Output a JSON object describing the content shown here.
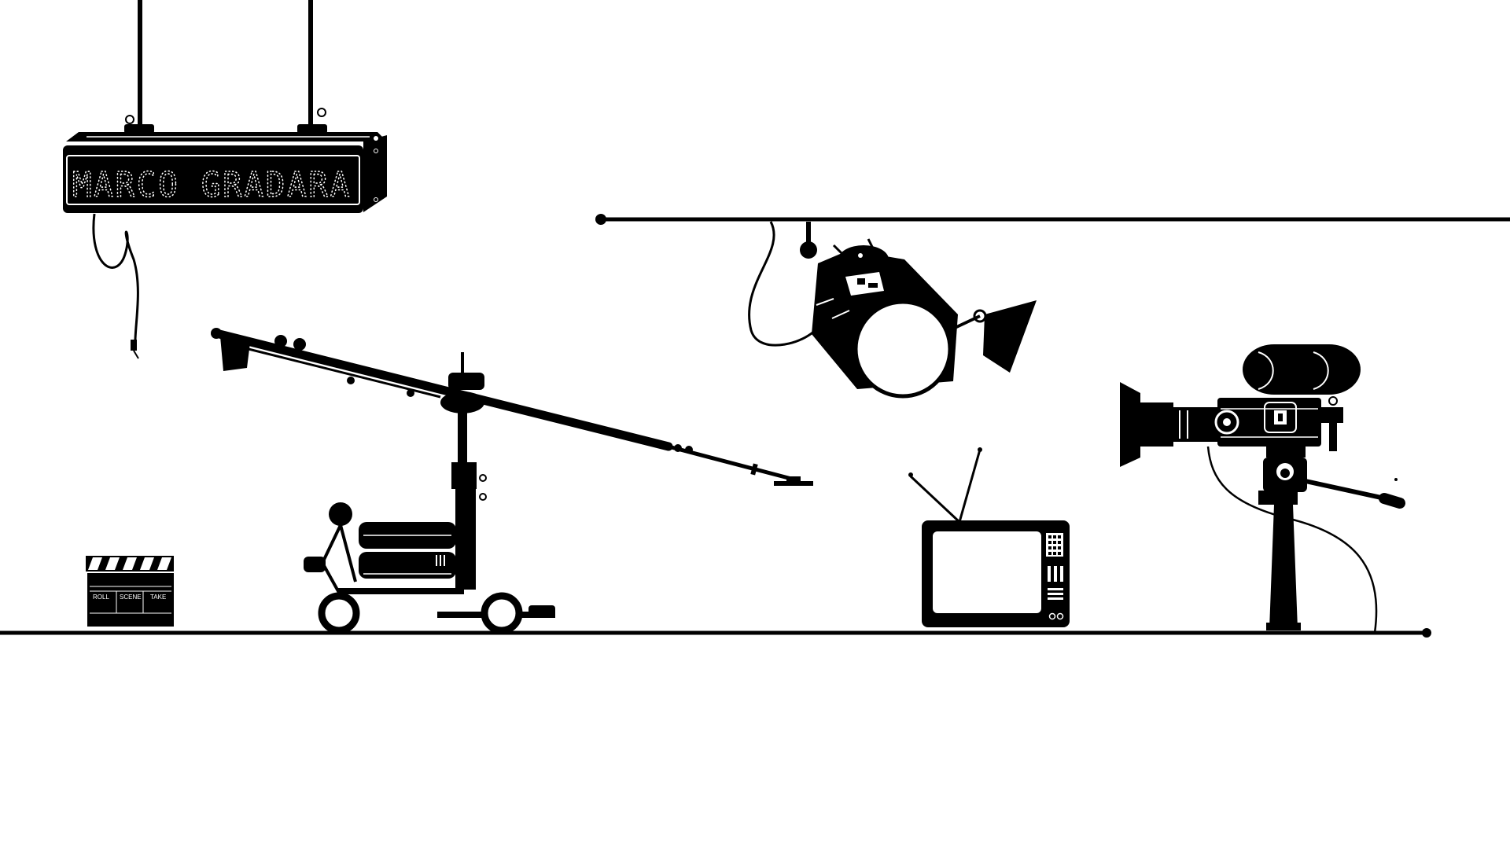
{
  "sign": {
    "text": "MARCO GRADARA"
  },
  "clapperboard": {
    "labels": [
      "ROLL",
      "SCENE",
      "TAKE"
    ]
  },
  "colors": {
    "ink": "#000000",
    "paper": "#ffffff"
  },
  "icons": [
    "led-sign-icon",
    "camera-crane-icon",
    "clapperboard-icon",
    "stage-light-icon",
    "television-icon",
    "film-camera-icon"
  ]
}
